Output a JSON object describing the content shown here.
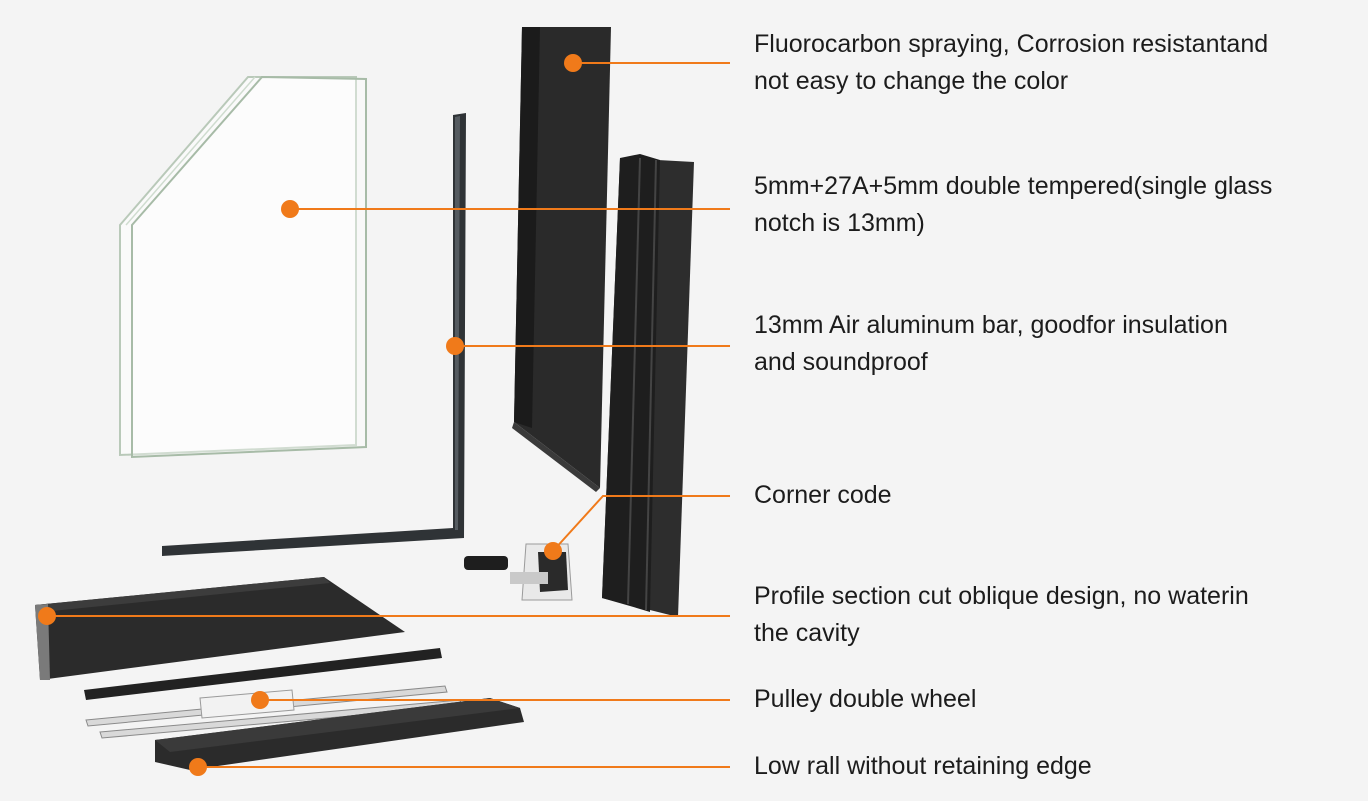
{
  "callouts": [
    {
      "line1": "Fluorocarbon spraying, Corrosion resistantand",
      "line2": "not easy to change the color"
    },
    {
      "line1": "5mm+27A+5mm double tempered(single glass",
      "line2": "notch is 13mm)"
    },
    {
      "line1": "13mm Air aluminum bar, goodfor insulation",
      "line2": "and soundproof"
    },
    {
      "line1": "Corner code",
      "line2": ""
    },
    {
      "line1": "Profile section cut oblique design, no waterin",
      "line2": "the cavity"
    },
    {
      "line1": "Pulley double wheel",
      "line2": ""
    },
    {
      "line1": "Low rall without retaining edge",
      "line2": ""
    }
  ],
  "colors": {
    "accent": "#f07a1a",
    "profile": "#2b2b2b",
    "background": "#f4f4f4",
    "text": "#1c1c1c"
  }
}
